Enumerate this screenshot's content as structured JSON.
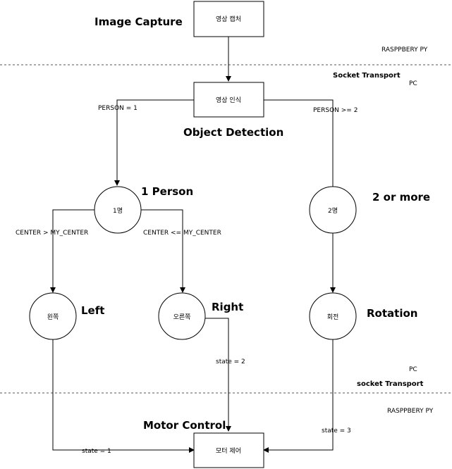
{
  "nodes": {
    "image_capture": "영상 캡처",
    "image_recognition": "영상 인식",
    "one_person": "1명",
    "two_person": "2명",
    "left": "왼쪽",
    "right": "오른쪽",
    "rotation": "회전",
    "motor_control": "모터 제어"
  },
  "titles": {
    "image_capture": "Image Capture",
    "object_detection": "Object Detection",
    "one_person": "1 Person",
    "two_or_more": "2 or more",
    "left": "Left",
    "right": "Right",
    "rotation": "Rotation",
    "motor_control": "Motor Control"
  },
  "edges": {
    "person_eq_1": "PERSON = 1",
    "person_ge_2": "PERSON >= 2",
    "center_gt": "CENTER > MY_CENTER",
    "center_le": "CENTER <= MY_CENTER",
    "state_1": "state = 1",
    "state_2": "state = 2",
    "state_3": "state = 3"
  },
  "zones": {
    "top_device": "RASPPBERY PY",
    "top_transport": "Socket Transport",
    "top_pc": "PC",
    "bottom_pc": "PC",
    "bottom_transport": "socket Transport",
    "bottom_device": "RASPPBERY PY"
  },
  "colors": {
    "stroke": "#000000",
    "divider": "#555555"
  }
}
